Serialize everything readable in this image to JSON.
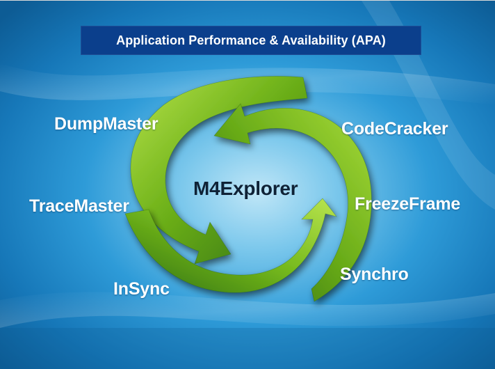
{
  "title": "Application Performance & Availability (APA)",
  "center": "M4Explorer",
  "products": {
    "dumpmaster": "DumpMaster",
    "codecracker": "CodeCracker",
    "tracemaster": "TraceMaster",
    "freezeframe": "FreezeFrame",
    "synchro": "Synchro",
    "insync": "InSync"
  },
  "colors": {
    "title_bar": "#0b3f8c",
    "arrow_green": "#7cc21c",
    "arrow_dark": "#2e6b10",
    "background_blue": "#2e9bd8",
    "center_text": "#0f2236",
    "label_text": "#ffffff"
  }
}
